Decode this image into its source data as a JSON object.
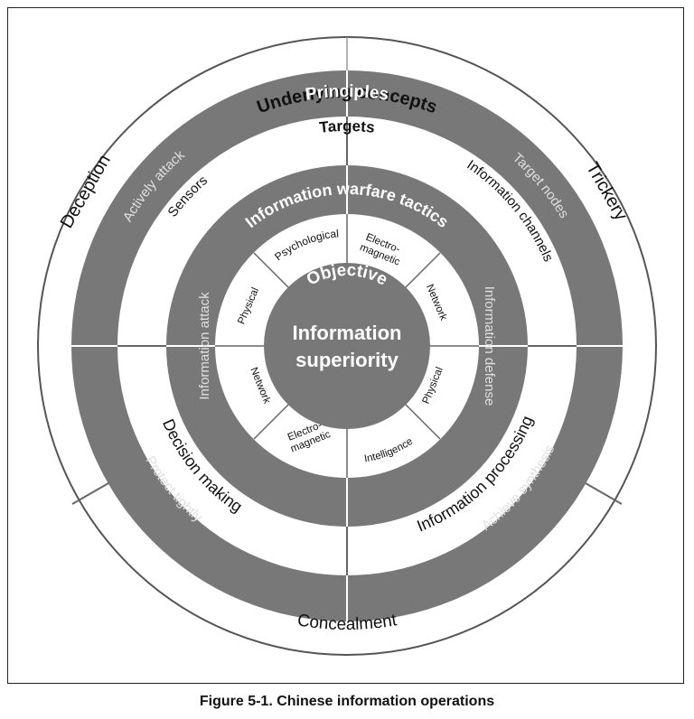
{
  "colors": {
    "ring_dark": "#787878",
    "ring_light": "#ffffff",
    "center": "#787878",
    "line_dark": "#555555",
    "label_light": "#ffffff",
    "label_faint": "#d9d9d9",
    "label_dark": "#111111"
  },
  "outer_ring": {
    "top": "Underlying concepts",
    "left": "Deception",
    "right": "Trickery",
    "bottom": "Concealment"
  },
  "principles_ring": {
    "title": "Principles",
    "top_left": "Actively attack",
    "top_right": "Target nodes",
    "bottom_left": "Protect tightly",
    "bottom_right": "Achieve synthesis"
  },
  "targets_ring": {
    "title": "Targets",
    "top_left": "Sensors",
    "top_right": "Information channels",
    "bottom_left": "Decision making",
    "bottom_right": "Information processing"
  },
  "tactics_ring": {
    "title": "Information warfare tactics",
    "left": "Information attack",
    "right": "Information defense"
  },
  "inner_ring": {
    "psychological": "Psychological",
    "electromagnetic_top_1": "Electro-",
    "electromagnetic_top_2": "magnetic",
    "network_right": "Network",
    "physical_right": "Physical",
    "intelligence": "Intelligence",
    "electromagnetic_bottom_1": "Electro-",
    "electromagnetic_bottom_2": "magnetic",
    "network_left": "Network",
    "physical_left": "Physical"
  },
  "center": {
    "objective": "Objective",
    "line1": "Information",
    "line2": "superiority"
  },
  "caption": "Figure 5-1. Chinese information operations"
}
